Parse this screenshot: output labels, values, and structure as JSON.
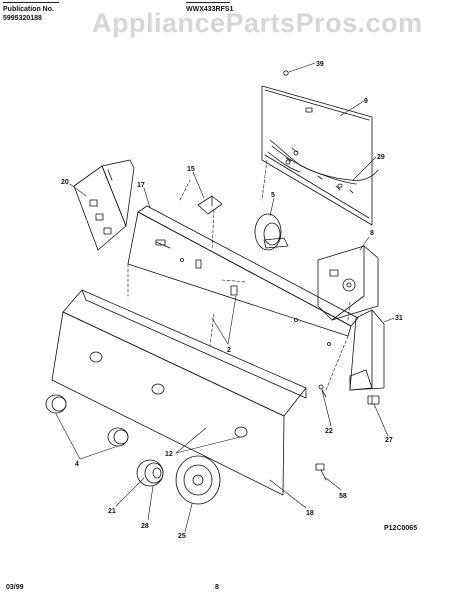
{
  "header": {
    "publication_label": "Publication No.",
    "publication_number": "5995320188",
    "model": "WWX433RFS1",
    "section_title": ""
  },
  "watermark": "AppliancePartsPros.com",
  "diagram": {
    "code": "P12C0065",
    "callouts": {
      "c39": "39",
      "c9": "9",
      "c29": "29",
      "c20": "20",
      "c15": "15",
      "c17": "17",
      "c5": "5",
      "c8": "8",
      "c31": "31",
      "c2": "2",
      "c22": "22",
      "c27": "27",
      "c4": "4",
      "c12": "12",
      "c21": "21",
      "c28": "28",
      "c25": "25",
      "c18": "18",
      "c58": "58"
    }
  },
  "footer": {
    "date": "03/99",
    "page": "8"
  }
}
